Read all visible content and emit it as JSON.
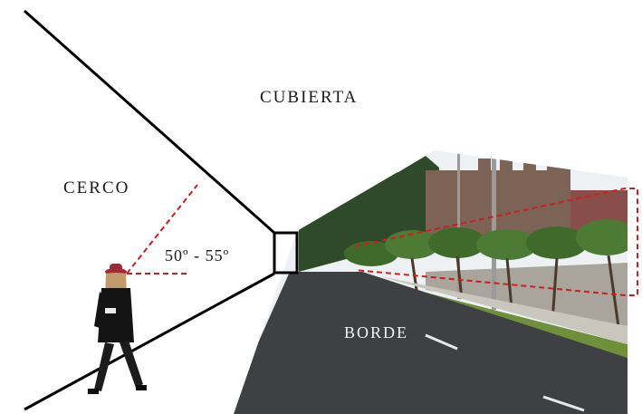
{
  "labels": {
    "cubierta": "CUBIERTA",
    "cerco": "CERCO",
    "angle": "50º - 55º",
    "borde": "BORDE"
  },
  "colors": {
    "frame_lines": "#000000",
    "dashed_guides": "#cc1f1f",
    "sky": "#eef1f3",
    "road": "#3e4043",
    "wall": "#7d6256",
    "grass": "#6f8f3a",
    "trees": "#3f6a2c",
    "hat": "#9b2b35"
  },
  "icons": {
    "person": "walking-person-figure"
  }
}
